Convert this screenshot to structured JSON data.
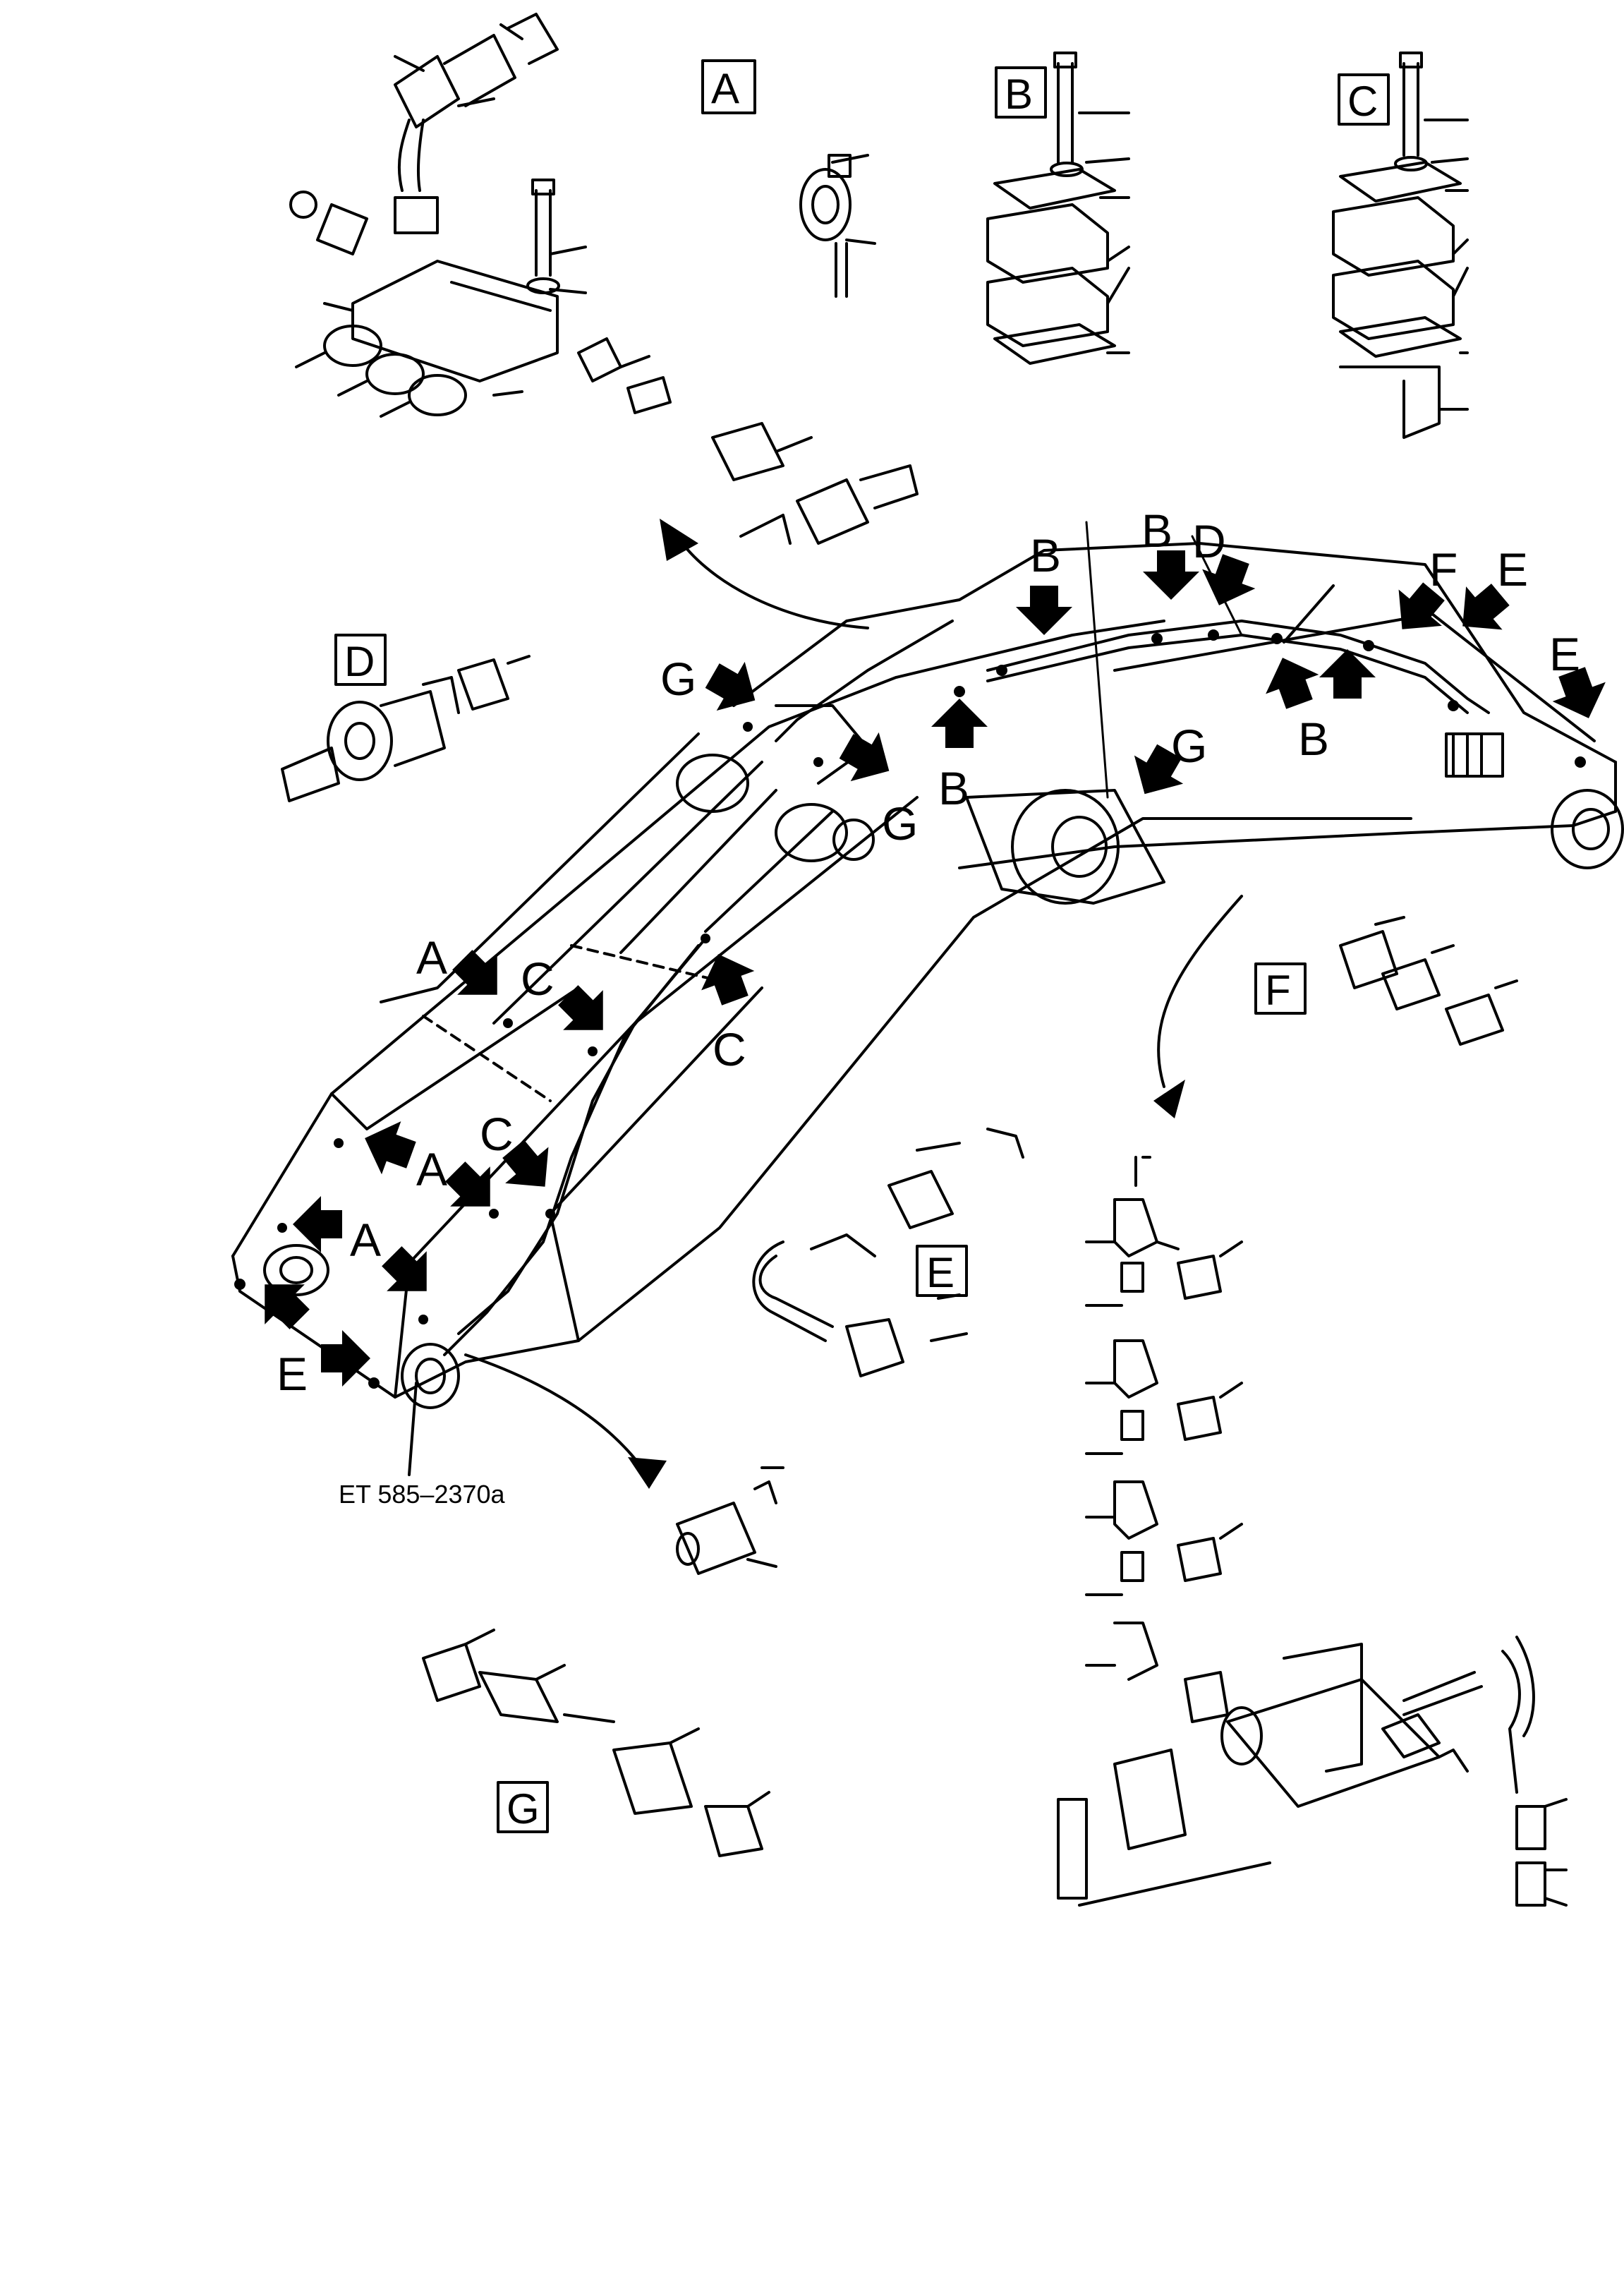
{
  "detail_labels": {
    "A": "A",
    "B": "B",
    "C": "C",
    "D": "D",
    "E": "E",
    "F": "F",
    "G": "G"
  },
  "reference": "ET 585–2370a"
}
